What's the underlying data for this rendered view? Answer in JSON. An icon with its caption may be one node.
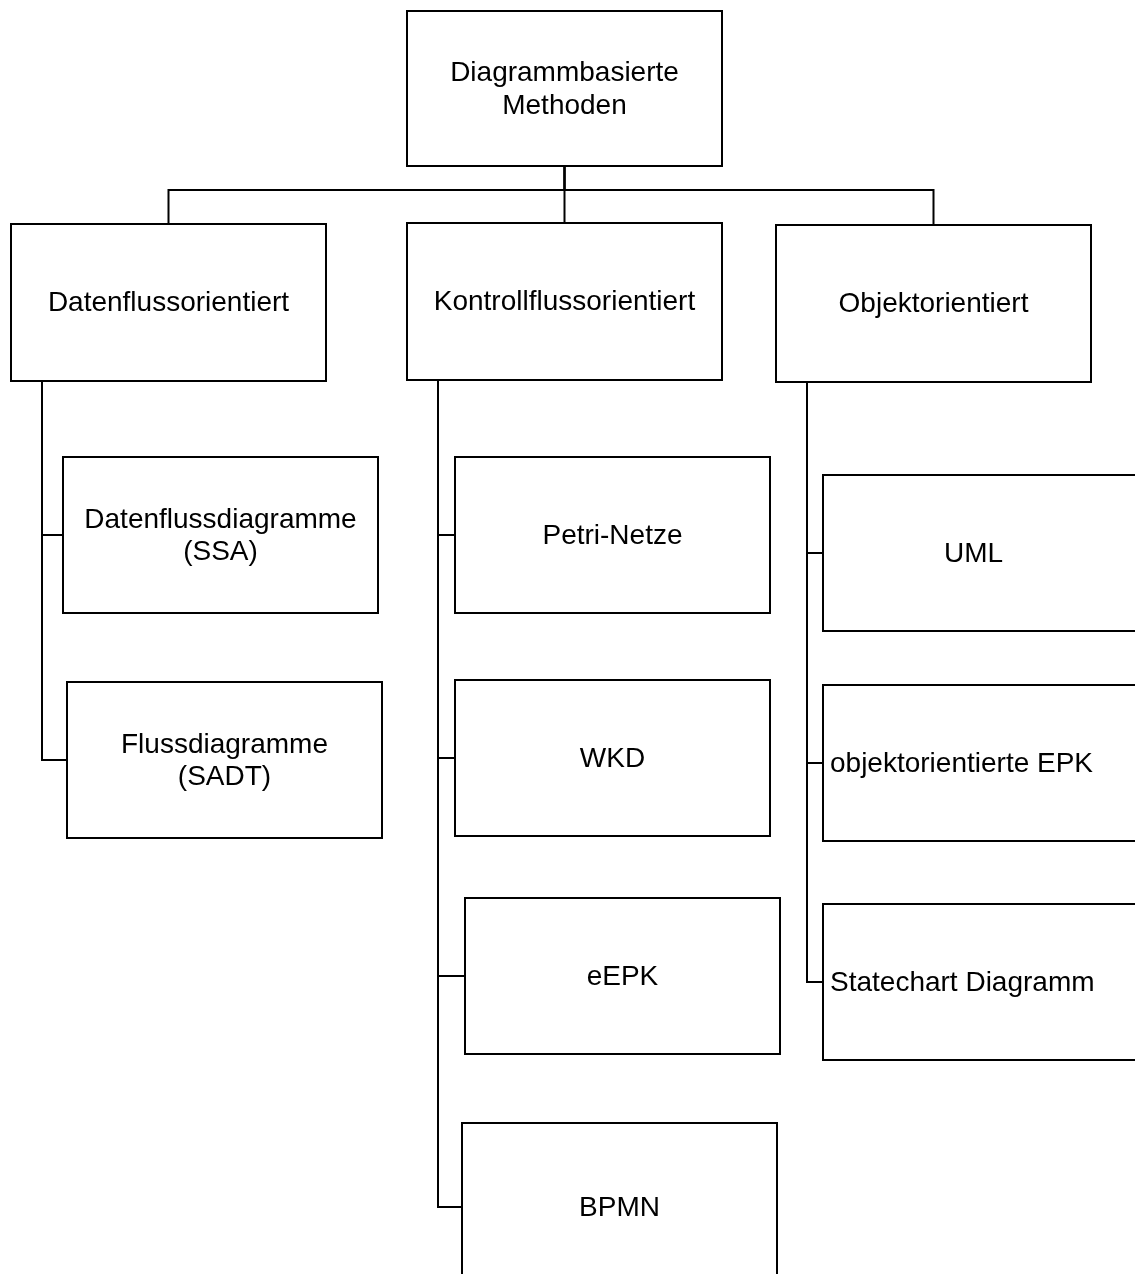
{
  "diagram": {
    "nodes": [
      {
        "text": [
          "Diagrammbasierte Methoden"
        ]
      },
      {
        "text": [
          "Datenflussorientiert"
        ]
      },
      {
        "text": [
          "Kontrollflussorientiert"
        ]
      },
      {
        "text": [
          "Objektorientiert"
        ]
      },
      {
        "text": [
          "Datenflussdiagramme (SSA)"
        ]
      },
      {
        "text": [
          "Flussdiagramme (SADT)"
        ]
      },
      {
        "text": [
          "Petri-Netze"
        ]
      },
      {
        "text": [
          "WKD"
        ]
      },
      {
        "text": [
          "eEPK"
        ]
      },
      {
        "text": [
          "BPMN"
        ]
      },
      {
        "text": [
          "UML"
        ]
      },
      {
        "text": [
          "objektorientierte EPK"
        ]
      },
      {
        "text": [
          "Statechart Diagramm"
        ]
      }
    ],
    "edges": [
      {
        "from": 0,
        "to": 1,
        "arrow": "none"
      },
      {
        "from": 0,
        "to": 2,
        "arrow": "none"
      },
      {
        "from": 0,
        "to": 3,
        "arrow": "none"
      },
      {
        "from": 1,
        "to": 4,
        "arrow": "none"
      },
      {
        "from": 1,
        "to": 5,
        "arrow": "none"
      },
      {
        "from": 2,
        "to": 6,
        "arrow": "none"
      },
      {
        "from": 2,
        "to": 7,
        "arrow": "none"
      },
      {
        "from": 2,
        "to": 8,
        "arrow": "none"
      },
      {
        "from": 2,
        "to": 9,
        "arrow": "none"
      },
      {
        "from": 3,
        "to": 10,
        "arrow": "none"
      },
      {
        "from": 3,
        "to": 11,
        "arrow": "none"
      },
      {
        "from": 3,
        "to": 12,
        "arrow": "none"
      }
    ]
  }
}
